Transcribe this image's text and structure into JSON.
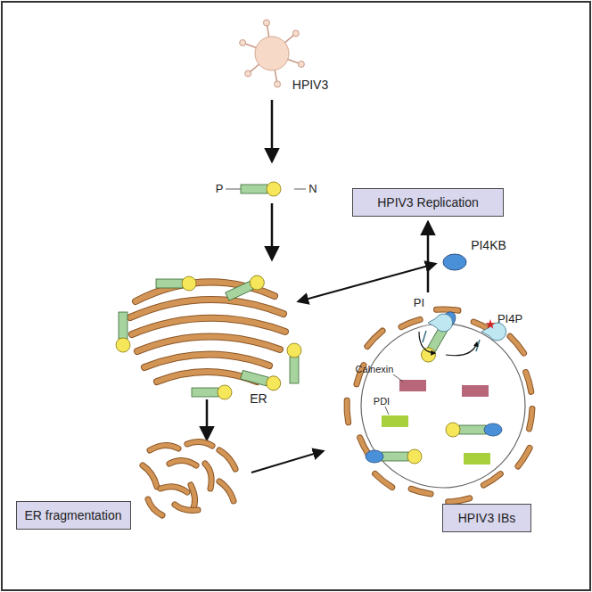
{
  "diagram": {
    "nodes": [
      {
        "text": [
          "HPIV3 Replication"
        ]
      },
      {
        "text": [
          "ER fragmentation"
        ]
      },
      {
        "text": [
          "HPIV3 IBs"
        ]
      }
    ],
    "labels": [
      "HPIV3",
      "P",
      "N",
      "PI4KB",
      "ER",
      "PI",
      "PI4P",
      "Calnexin",
      "PDI"
    ]
  }
}
